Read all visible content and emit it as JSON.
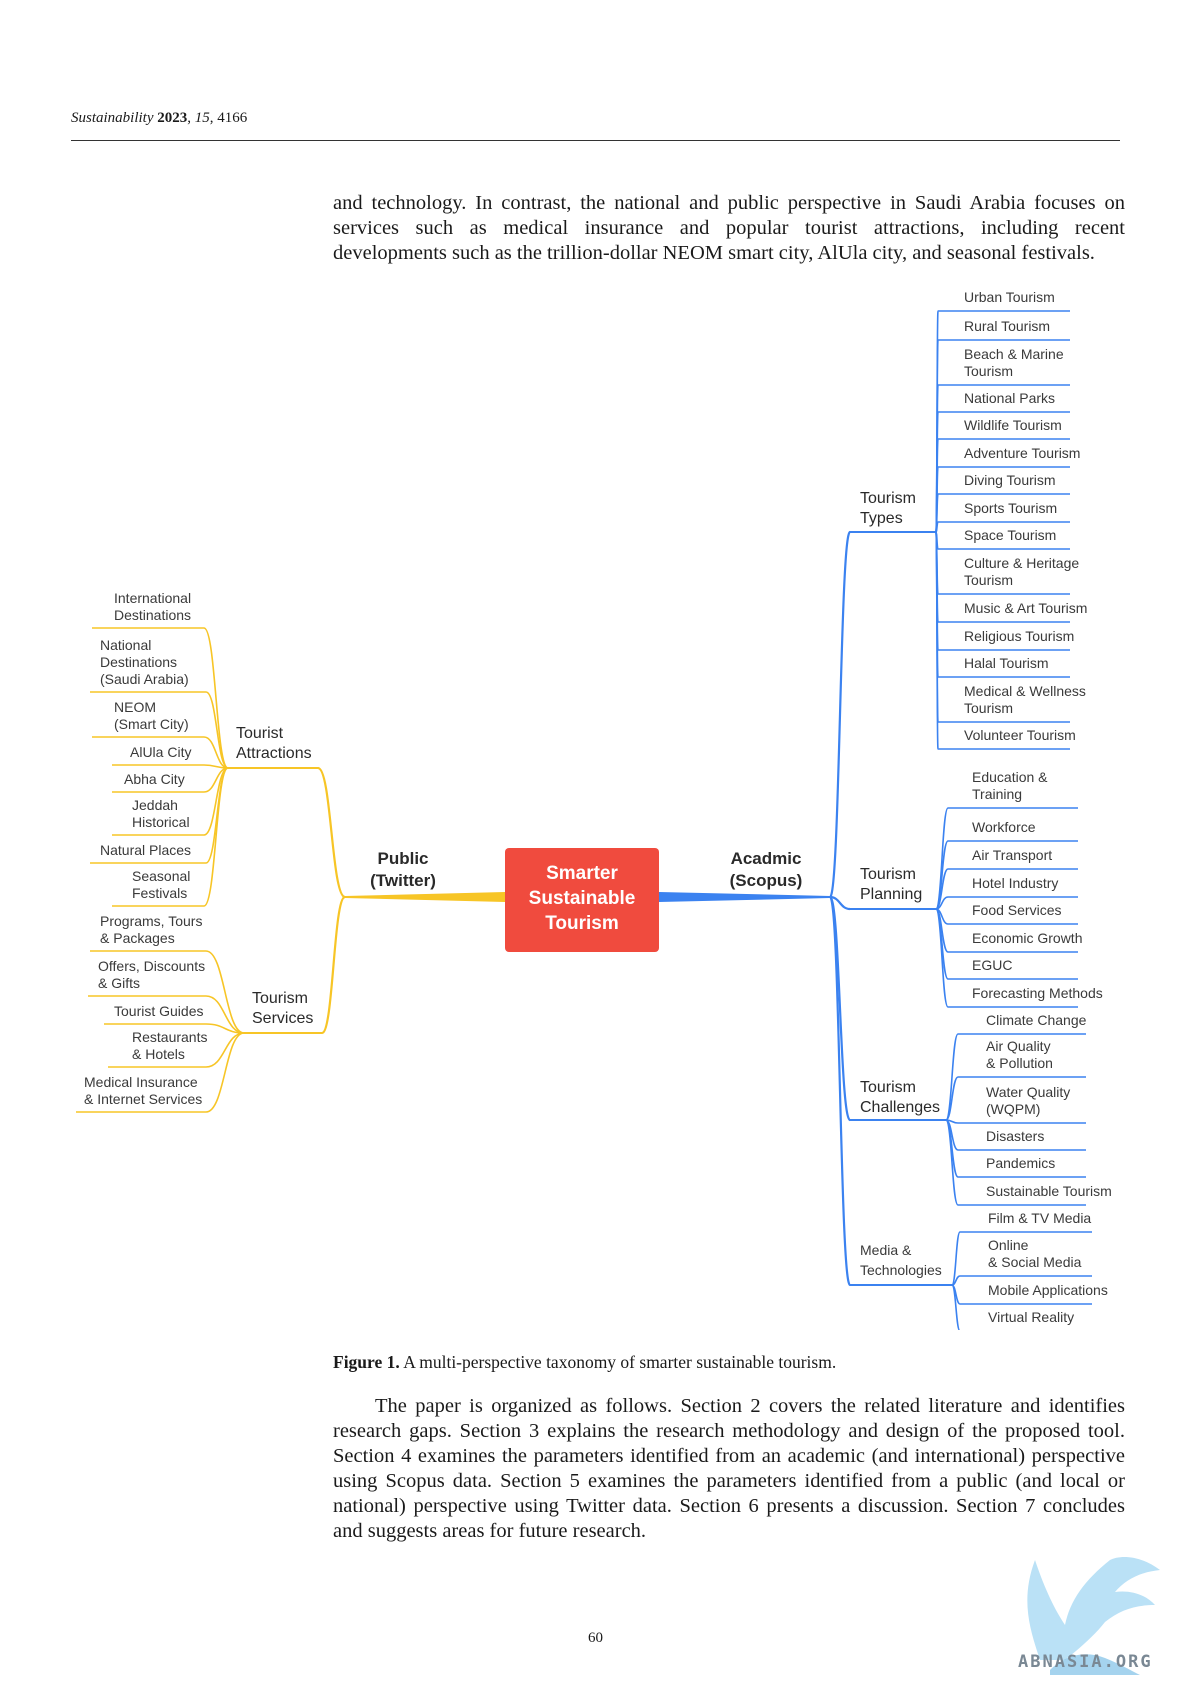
{
  "header": {
    "journal": "Sustainability",
    "year": "2023",
    "volume": "15",
    "article": "4166"
  },
  "intro_paragraph": "and technology. In contrast, the national and public perspective in Saudi Arabia focuses on services such as medical insurance and popular tourist attractions, including recent developments such as the trillion-dollar NEOM smart city, AlUla city, and seasonal festivals.",
  "figure": {
    "center": [
      "Smarter",
      "Sustainable",
      "Tourism"
    ],
    "colors": {
      "public": "#f7c526",
      "academic": "#3b82f0",
      "center": "#f04b3e"
    },
    "public": {
      "label": [
        "Public",
        "(Twitter)"
      ],
      "groups": [
        {
          "label": [
            "Tourist",
            "Attractions"
          ],
          "items": [
            [
              "International",
              "Destinations"
            ],
            [
              "National",
              "Destinations",
              "(Saudi Arabia)"
            ],
            [
              "NEOM",
              "(Smart City)"
            ],
            [
              "AlUla City"
            ],
            [
              "Abha City"
            ],
            [
              "Jeddah",
              "Historical"
            ],
            [
              "Natural Places"
            ],
            [
              "Seasonal",
              "Festivals"
            ]
          ]
        },
        {
          "label": [
            "Tourism",
            "Services"
          ],
          "items": [
            [
              "Programs, Tours",
              "& Packages"
            ],
            [
              "Offers, Discounts",
              "& Gifts"
            ],
            [
              "Tourist Guides"
            ],
            [
              "Restaurants",
              "& Hotels"
            ],
            [
              "Medical Insurance",
              "& Internet Services"
            ]
          ]
        }
      ]
    },
    "academic": {
      "label": [
        "Acadmic",
        "(Scopus)"
      ],
      "groups": [
        {
          "label": [
            "Tourism",
            "Types"
          ],
          "items": [
            [
              "Urban Tourism"
            ],
            [
              "Rural Tourism"
            ],
            [
              "Beach & Marine",
              "Tourism"
            ],
            [
              "National Parks"
            ],
            [
              "Wildlife Tourism"
            ],
            [
              "Adventure Tourism"
            ],
            [
              "Diving Tourism"
            ],
            [
              "Sports Tourism"
            ],
            [
              "Space Tourism"
            ],
            [
              "Culture & Heritage",
              "Tourism"
            ],
            [
              "Music & Art Tourism"
            ],
            [
              "Religious Tourism"
            ],
            [
              "Halal Tourism"
            ],
            [
              "Medical & Wellness",
              "Tourism"
            ],
            [
              "Volunteer Tourism"
            ]
          ]
        },
        {
          "label": [
            "Tourism",
            "Planning"
          ],
          "items": [
            [
              "Education &",
              "Training"
            ],
            [
              "Workforce"
            ],
            [
              "Air Transport"
            ],
            [
              "Hotel Industry"
            ],
            [
              "Food Services"
            ],
            [
              "Economic Growth"
            ],
            [
              "EGUC"
            ],
            [
              "Forecasting Methods"
            ]
          ]
        },
        {
          "label": [
            "Tourism",
            "Challenges"
          ],
          "items": [
            [
              "Climate Change"
            ],
            [
              "Air Quality",
              "& Pollution"
            ],
            [
              "Water Quality",
              "(WQPM)"
            ],
            [
              "Disasters"
            ],
            [
              "Pandemics"
            ],
            [
              "Sustainable Tourism"
            ]
          ]
        },
        {
          "label": [
            "Media &",
            "Technologies"
          ],
          "items": [
            [
              "Film & TV Media"
            ],
            [
              "Online",
              "& Social Media"
            ],
            [
              "Mobile Applications"
            ],
            [
              "Virtual Reality"
            ]
          ]
        }
      ]
    }
  },
  "caption": {
    "label": "Figure 1.",
    "text": "A multi-perspective taxonomy of smarter sustainable tourism."
  },
  "organization_paragraph": "The paper is organized as follows. Section 2 covers the related literature and identifies research gaps. Section 3 explains the research methodology and design of the proposed tool. Section 4 examines the parameters identified from an academic (and international) perspective using Scopus data. Section 5 examines the parameters identified from a public (and local or national) perspective using Twitter data. Section 6 presents a discussion. Section 7 concludes and suggests areas for future research.",
  "page_number": "60",
  "watermark": "ABNASIA.ORG"
}
